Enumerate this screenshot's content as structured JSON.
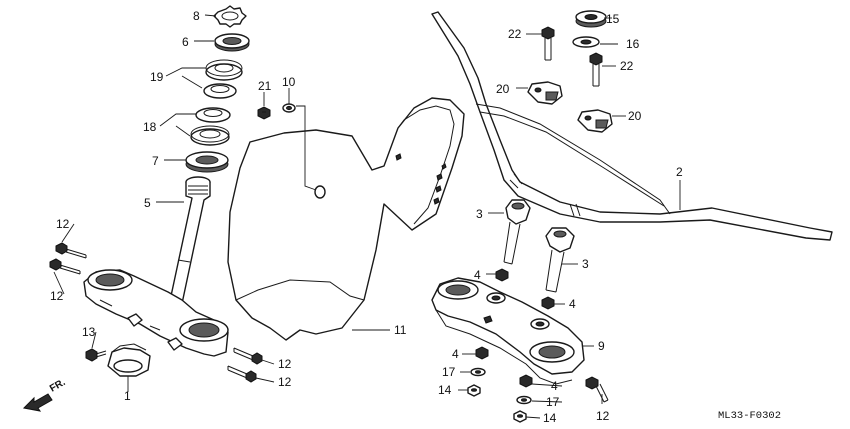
{
  "diagram": {
    "code": "ML33-F0302",
    "front_label": "FR.",
    "callouts": {
      "c1": "1",
      "c2": "2",
      "c3a": "3",
      "c3b": "3",
      "c4a": "4",
      "c4b": "4",
      "c4c": "4",
      "c4d": "4",
      "c5": "5",
      "c6": "6",
      "c7": "7",
      "c8": "8",
      "c9": "9",
      "c10": "10",
      "c11": "11",
      "c12a": "12",
      "c12b": "12",
      "c12c": "12",
      "c12d": "12",
      "c12e": "12",
      "c13": "13",
      "c14a": "14",
      "c14b": "14",
      "c15": "15",
      "c16": "16",
      "c17a": "17",
      "c17b": "17",
      "c18": "18",
      "c19": "19",
      "c20a": "20",
      "c20b": "20",
      "c21": "21",
      "c22a": "22",
      "c22b": "22"
    }
  }
}
